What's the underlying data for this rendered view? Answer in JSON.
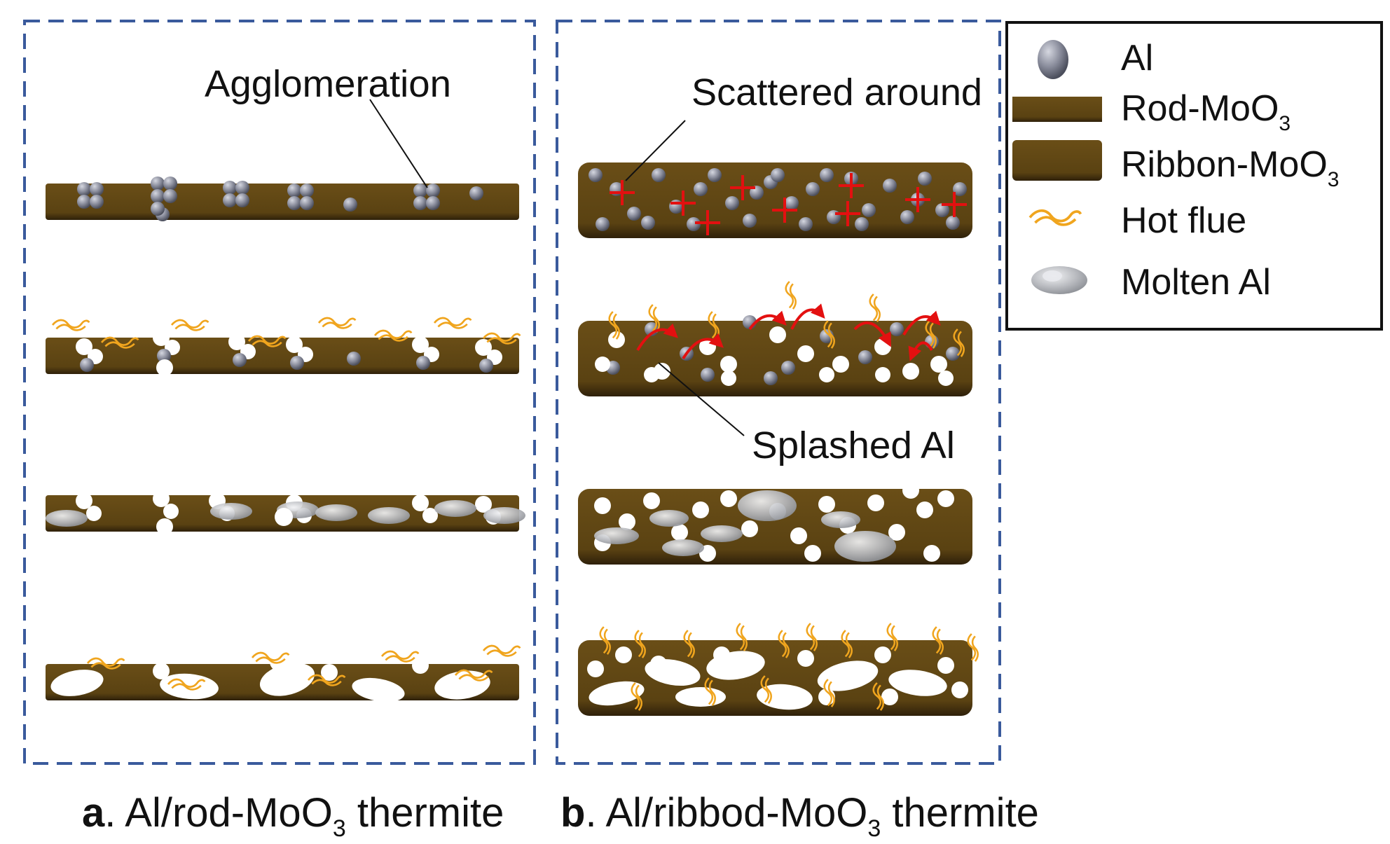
{
  "panel_a": {
    "annotation": "Agglomeration",
    "caption_letter": "a",
    "caption_text": ". Al/rod-MoO",
    "caption_sub": "3",
    "caption_tail": " thermite"
  },
  "panel_b": {
    "annotation_top": "Scattered around",
    "annotation_mid": "Splashed Al",
    "caption_letter": "b",
    "caption_text": ". Al/ribbod-MoO",
    "caption_sub": "3",
    "caption_tail": " thermite"
  },
  "legend": {
    "items": [
      {
        "key": "al",
        "label": "Al",
        "sub": ""
      },
      {
        "key": "rod",
        "label": "Rod-MoO",
        "sub": "3"
      },
      {
        "key": "ribbon",
        "label": "Ribbon-MoO",
        "sub": "3"
      },
      {
        "key": "hotflue",
        "label": "Hot flue",
        "sub": ""
      },
      {
        "key": "molten",
        "label": "Molten Al",
        "sub": ""
      }
    ]
  },
  "colors": {
    "moo3": "#5a4212",
    "moo3_edge": "#2e200a",
    "al_particle": "#8a8d9c",
    "dashed_frame": "#3a5a9c",
    "hot_flue": "#f0a51e",
    "spark_marker": "#e31010",
    "molten_al": "#a7a9ae"
  }
}
